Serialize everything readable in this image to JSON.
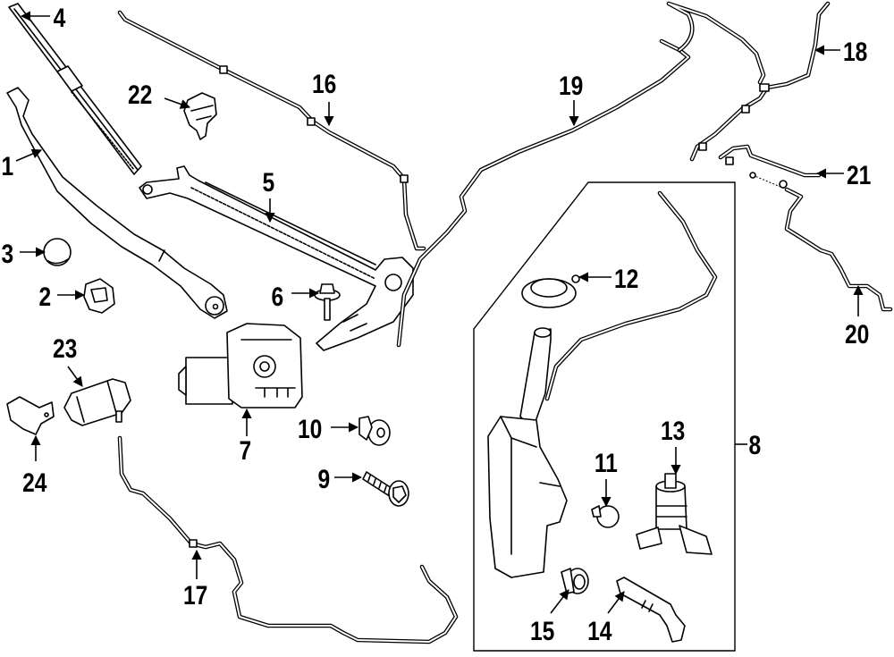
{
  "diagram": {
    "title": "Windshield wiper and washer components exploded view",
    "callouts": [
      {
        "id": "1",
        "part": "wiper-arm-left"
      },
      {
        "id": "2",
        "part": "arm-nut"
      },
      {
        "id": "3",
        "part": "nut-cap"
      },
      {
        "id": "4",
        "part": "wiper-blade"
      },
      {
        "id": "5",
        "part": "wiper-linkage"
      },
      {
        "id": "6",
        "part": "linkage-bolt"
      },
      {
        "id": "7",
        "part": "wiper-motor"
      },
      {
        "id": "8",
        "part": "washer-reservoir-assembly"
      },
      {
        "id": "9",
        "part": "reservoir-bolt"
      },
      {
        "id": "10",
        "part": "reservoir-grommet-nut"
      },
      {
        "id": "11",
        "part": "pump-grommet"
      },
      {
        "id": "12",
        "part": "filler-cap"
      },
      {
        "id": "13",
        "part": "washer-pump"
      },
      {
        "id": "14",
        "part": "level-sensor"
      },
      {
        "id": "15",
        "part": "sensor-grommet"
      },
      {
        "id": "16",
        "part": "washer-hose-upper"
      },
      {
        "id": "17",
        "part": "washer-hose-lower"
      },
      {
        "id": "18",
        "part": "rear-washer-hose"
      },
      {
        "id": "19",
        "part": "washer-hose-long"
      },
      {
        "id": "20",
        "part": "washer-hose-rear-lower"
      },
      {
        "id": "21",
        "part": "hose-connector"
      },
      {
        "id": "22",
        "part": "washer-nozzle"
      },
      {
        "id": "23",
        "part": "headlamp-washer-actuator"
      },
      {
        "id": "24",
        "part": "headlamp-washer-cover"
      }
    ],
    "labels": {
      "c1": "1",
      "c2": "2",
      "c3": "3",
      "c4": "4",
      "c5": "5",
      "c6": "6",
      "c7": "7",
      "c8": "8",
      "c9": "9",
      "c10": "10",
      "c11": "11",
      "c12": "12",
      "c13": "13",
      "c14": "14",
      "c15": "15",
      "c16": "16",
      "c17": "17",
      "c18": "18",
      "c19": "19",
      "c20": "20",
      "c21": "21",
      "c22": "22",
      "c23": "23",
      "c24": "24"
    },
    "colors": {
      "line": "#000000",
      "background": "#ffffff"
    }
  }
}
